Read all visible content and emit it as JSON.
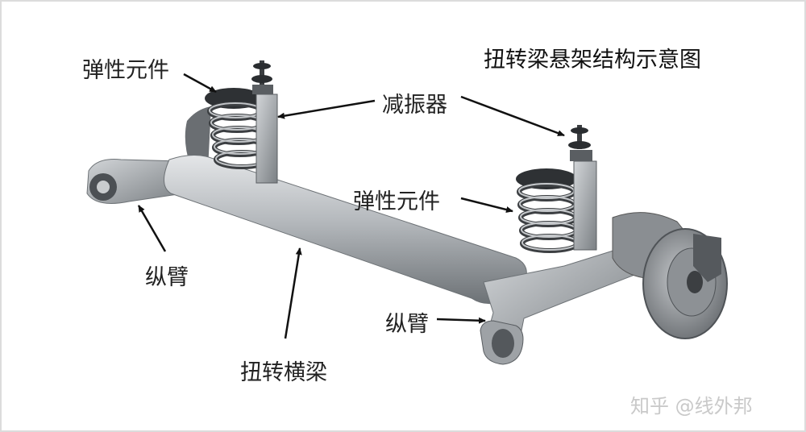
{
  "title": "扭转梁悬架结构示意图",
  "labels": {
    "spring_left": "弹性元件",
    "shock_absorber": "减振器",
    "spring_right": "弹性元件",
    "trailing_arm_left": "纵臂",
    "trailing_arm_right": "纵臂",
    "torsion_beam": "扭转横梁"
  },
  "watermark": "知乎 @线外邦"
}
